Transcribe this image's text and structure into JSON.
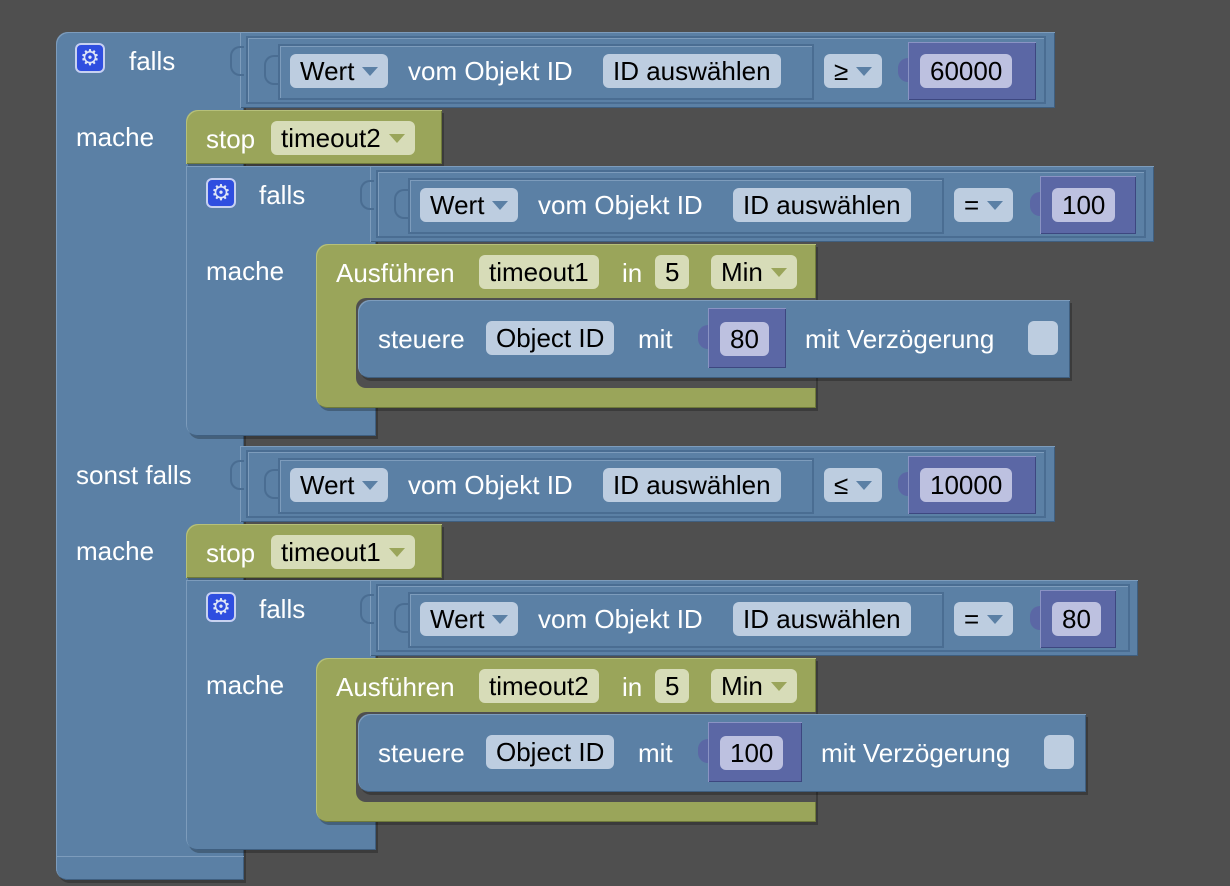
{
  "outer_if": {
    "gear_icon": "gear-icon",
    "if_label": "falls",
    "do_label": "mache",
    "elseif_label": "sonst falls",
    "do2_label": "mache",
    "cond1": {
      "prop": "Wert",
      "mid": "vom Objekt ID",
      "object": "ID auswählen",
      "op": "≥",
      "value": "60000"
    },
    "cond2": {
      "prop": "Wert",
      "mid": "vom Objekt ID",
      "object": "ID auswählen",
      "op": "≤",
      "value": "10000"
    }
  },
  "branch1": {
    "stop_label": "stop",
    "stop_timer": "timeout2",
    "if_label": "falls",
    "do_label": "mache",
    "cond": {
      "prop": "Wert",
      "mid": "vom Objekt ID",
      "object": "ID auswählen",
      "op": "=",
      "value": "100"
    },
    "timeout": {
      "exec_label": "Ausführen",
      "name": "timeout1",
      "in_label": "in",
      "amount": "5",
      "unit": "Min"
    },
    "control": {
      "label": "steuere",
      "object": "Object ID",
      "with_label": "mit",
      "value": "80",
      "delay_label": "mit Verzögerung"
    }
  },
  "branch2": {
    "stop_label": "stop",
    "stop_timer": "timeout1",
    "if_label": "falls",
    "do_label": "mache",
    "cond": {
      "prop": "Wert",
      "mid": "vom Objekt ID",
      "object": "ID auswählen",
      "op": "=",
      "value": "80"
    },
    "timeout": {
      "exec_label": "Ausführen",
      "name": "timeout2",
      "in_label": "in",
      "amount": "5",
      "unit": "Min"
    },
    "control": {
      "label": "steuere",
      "object": "Object ID",
      "with_label": "mit",
      "value": "100",
      "delay_label": "mit Verzögerung"
    }
  },
  "colors": {
    "logic": "#5b80a5",
    "timer": "#9aa55a",
    "math": "#5b67a5",
    "background": "#4f4f4f"
  }
}
